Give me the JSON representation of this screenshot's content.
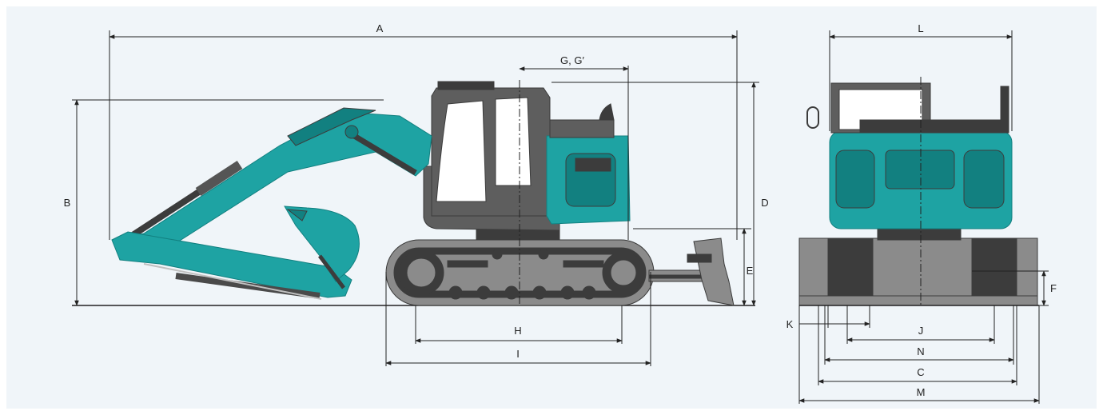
{
  "colors": {
    "background": "#f0f5f9",
    "teal": "#1ea3a3",
    "teal_dark": "#128080",
    "teal_light": "#36b6b4",
    "body_grey": "#5e5e5e",
    "track_grey": "#8b8b8b",
    "dark_grey": "#3c3c3c",
    "line": "#222222",
    "window": "#ffffff"
  },
  "labels": {
    "A": "A",
    "B": "B",
    "C": "C",
    "D": "D",
    "E": "E",
    "F": "F",
    "G": "G, G′",
    "H": "H",
    "I": "I",
    "J": "J",
    "K": "K",
    "L": "L",
    "M": "M",
    "N": "N"
  }
}
